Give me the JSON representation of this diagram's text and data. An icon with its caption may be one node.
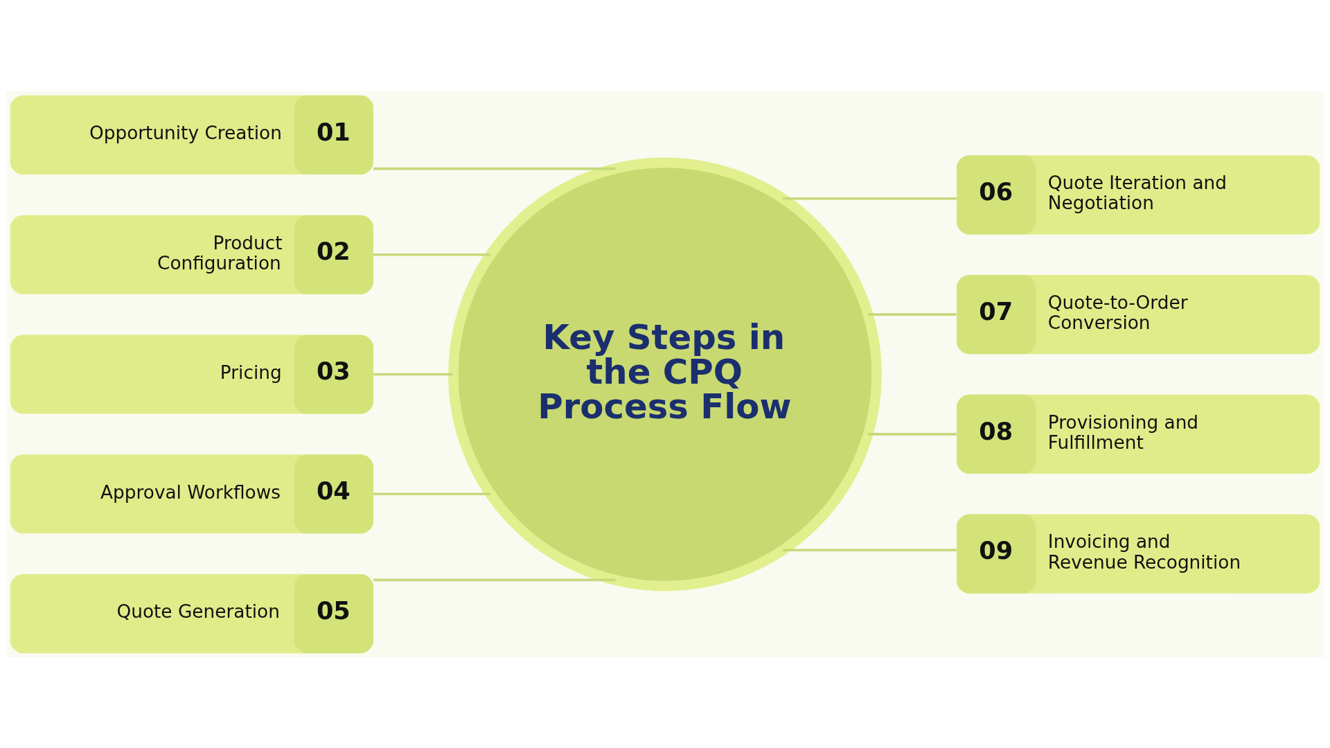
{
  "diagram": {
    "nodes": [
      {
        "text": [
          "Key Steps in the CPQ Process Flow"
        ]
      },
      {
        "text": [
          "Opportunity Creation",
          "01"
        ]
      },
      {
        "text": [
          "Product Configuration",
          "02"
        ]
      },
      {
        "text": [
          "Pricing",
          "03"
        ]
      },
      {
        "text": [
          "Approval Workflows",
          "04"
        ]
      },
      {
        "text": [
          "Quote Generation",
          "05"
        ]
      },
      {
        "text": [
          "06",
          "Quote Iteration and Negotiation"
        ]
      },
      {
        "text": [
          "07",
          "Quote-to-Order Conversion"
        ]
      },
      {
        "text": [
          "08",
          "Provisioning and Fulfillment"
        ]
      },
      {
        "text": [
          "09",
          "Invoicing and Revenue Recognition"
        ]
      }
    ],
    "edges": [
      {
        "from": 1,
        "to": 0,
        "arrow": "none"
      },
      {
        "from": 2,
        "to": 0,
        "arrow": "none"
      },
      {
        "from": 3,
        "to": 0,
        "arrow": "none"
      },
      {
        "from": 4,
        "to": 0,
        "arrow": "none"
      },
      {
        "from": 5,
        "to": 0,
        "arrow": "none"
      },
      {
        "from": 0,
        "to": 6,
        "arrow": "none"
      },
      {
        "from": 0,
        "to": 7,
        "arrow": "none"
      },
      {
        "from": 0,
        "to": 8,
        "arrow": "none"
      },
      {
        "from": 0,
        "to": 9,
        "arrow": "none"
      }
    ]
  }
}
